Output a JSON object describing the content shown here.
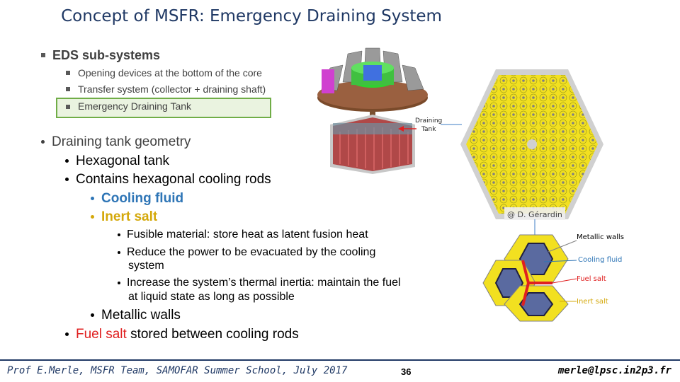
{
  "title": "Concept of MSFR: Emergency Draining System",
  "eds": {
    "heading": "EDS sub-systems",
    "items": [
      "Opening devices at the bottom of the core",
      "Transfer system (collector + draining shaft)",
      "Emergency Draining Tank"
    ]
  },
  "geometry": {
    "heading": "Draining tank geometry",
    "hex_tank": "Hexagonal tank",
    "rods": "Contains hexagonal cooling rods",
    "cooling_fluid": "Cooling fluid",
    "inert_salt": "Inert salt",
    "inert_points": [
      "Fusible material: store heat as latent fusion heat",
      "Reduce the power to be evacuated by the cooling",
      "system",
      "Increase the system’s thermal inertia: maintain the fuel",
      "at liquid state as long as possible"
    ],
    "metallic_walls": "Metallic walls",
    "fuel_salt": "Fuel salt",
    "fuel_salt_rest": " stored between cooling rods"
  },
  "figure": {
    "draining_label_1": "Draining",
    "draining_label_2": "Tank",
    "credit": "@ D. Gérardin"
  },
  "legend": {
    "metallic": "Metallic walls",
    "cooling": "Cooling fluid",
    "fuel": "Fuel salt",
    "inert": "Inert salt"
  },
  "footer": {
    "author": "Prof E.Merle, MSFR Team, SAMOFAR Summer School, July 2017",
    "page": "36",
    "email": "merle@lpsc.in2p3.fr"
  },
  "colors": {
    "title": "#1f3864",
    "cooling": "#2e75b6",
    "inert": "#d4a80a",
    "fuel": "#e02020",
    "highlight_border": "#70ad47"
  }
}
